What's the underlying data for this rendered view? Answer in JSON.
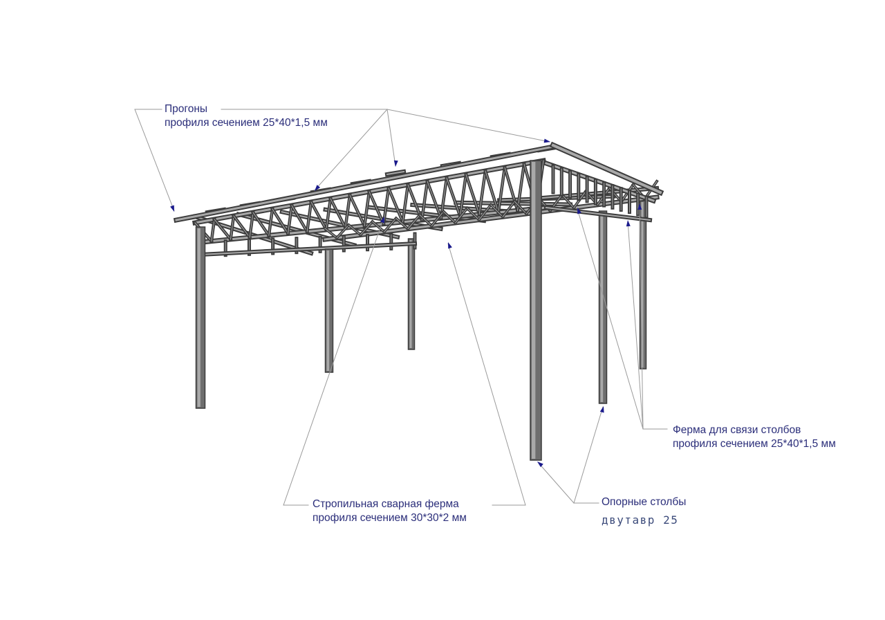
{
  "labels": {
    "purlins": {
      "line1": "Прогоны",
      "line2": "профиля сечением 25*40*1,5 мм"
    },
    "post_truss": {
      "line1": "Ферма для связи столбов",
      "line2": "профиля сечением 25*40*1,5 мм"
    },
    "rafter_truss": {
      "line1": "Стропильная сварная ферма",
      "line2": "профиля сечением 30*30*2 мм"
    },
    "posts": {
      "line1": "Опорные столбы",
      "line2": "двутавр 25"
    }
  },
  "colors": {
    "steel_dark": "#3c3c3c",
    "steel_mid": "#6e6e6e",
    "steel_light": "#a9a9a9",
    "leader": "#9a9a9a",
    "arrow": "#1a1a8c",
    "text": "#2b2e7a"
  }
}
